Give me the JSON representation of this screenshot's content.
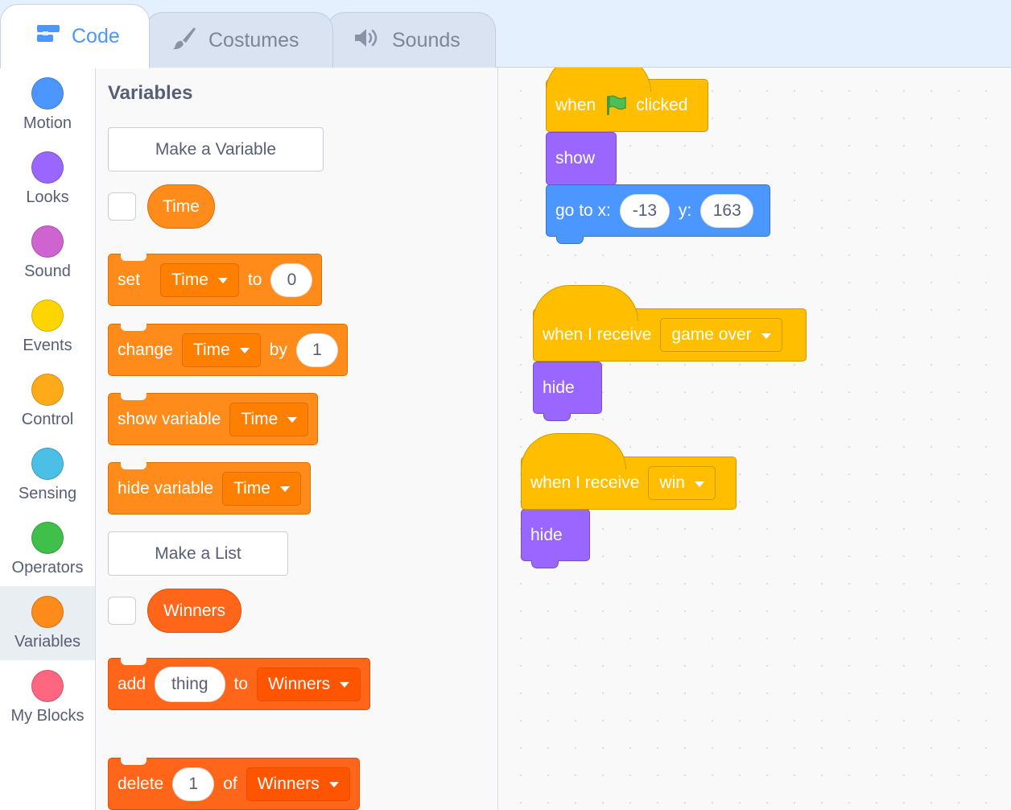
{
  "tabs": {
    "code": "Code",
    "costumes": "Costumes",
    "sounds": "Sounds"
  },
  "categories": [
    {
      "label": "Motion",
      "color": "#4c97ff"
    },
    {
      "label": "Looks",
      "color": "#9966ff"
    },
    {
      "label": "Sound",
      "color": "#cf63cf"
    },
    {
      "label": "Events",
      "color": "#ffd500"
    },
    {
      "label": "Control",
      "color": "#ffab19"
    },
    {
      "label": "Sensing",
      "color": "#4cbfe6"
    },
    {
      "label": "Operators",
      "color": "#40bf4a"
    },
    {
      "label": "Variables",
      "color": "#ff8c1a"
    },
    {
      "label": "My Blocks",
      "color": "#ff6680"
    }
  ],
  "palette": {
    "heading": "Variables",
    "make_variable": "Make a Variable",
    "variable_name": "Time",
    "set_block": {
      "label": "set",
      "var": "Time",
      "to": "to",
      "value": "0"
    },
    "change_block": {
      "label": "change",
      "var": "Time",
      "by": "by",
      "value": "1"
    },
    "show_var_block": {
      "label": "show variable",
      "var": "Time"
    },
    "hide_var_block": {
      "label": "hide variable",
      "var": "Time"
    },
    "make_list": "Make a List",
    "list_name": "Winners",
    "add_block": {
      "label": "add",
      "item": "thing",
      "to": "to",
      "list": "Winners"
    },
    "delete_block": {
      "label": "delete",
      "index": "1",
      "of": "of",
      "list": "Winners"
    }
  },
  "scripts": {
    "flag_script": {
      "when": "when",
      "clicked": "clicked",
      "show": "show",
      "goto_label": "go to x:",
      "x": "-13",
      "y_label": "y:",
      "y": "163"
    },
    "receive_game_over": {
      "label": "when I receive",
      "message": "game over",
      "action": "hide"
    },
    "receive_win": {
      "label": "when I receive",
      "message": "win",
      "action": "hide"
    }
  },
  "colors": {
    "variables": "#ff8c1a",
    "lists": "#ff661a",
    "events": "#ffbf00",
    "looks": "#9966ff",
    "motion": "#4c97ff",
    "tab_active": "#4c97ff"
  }
}
